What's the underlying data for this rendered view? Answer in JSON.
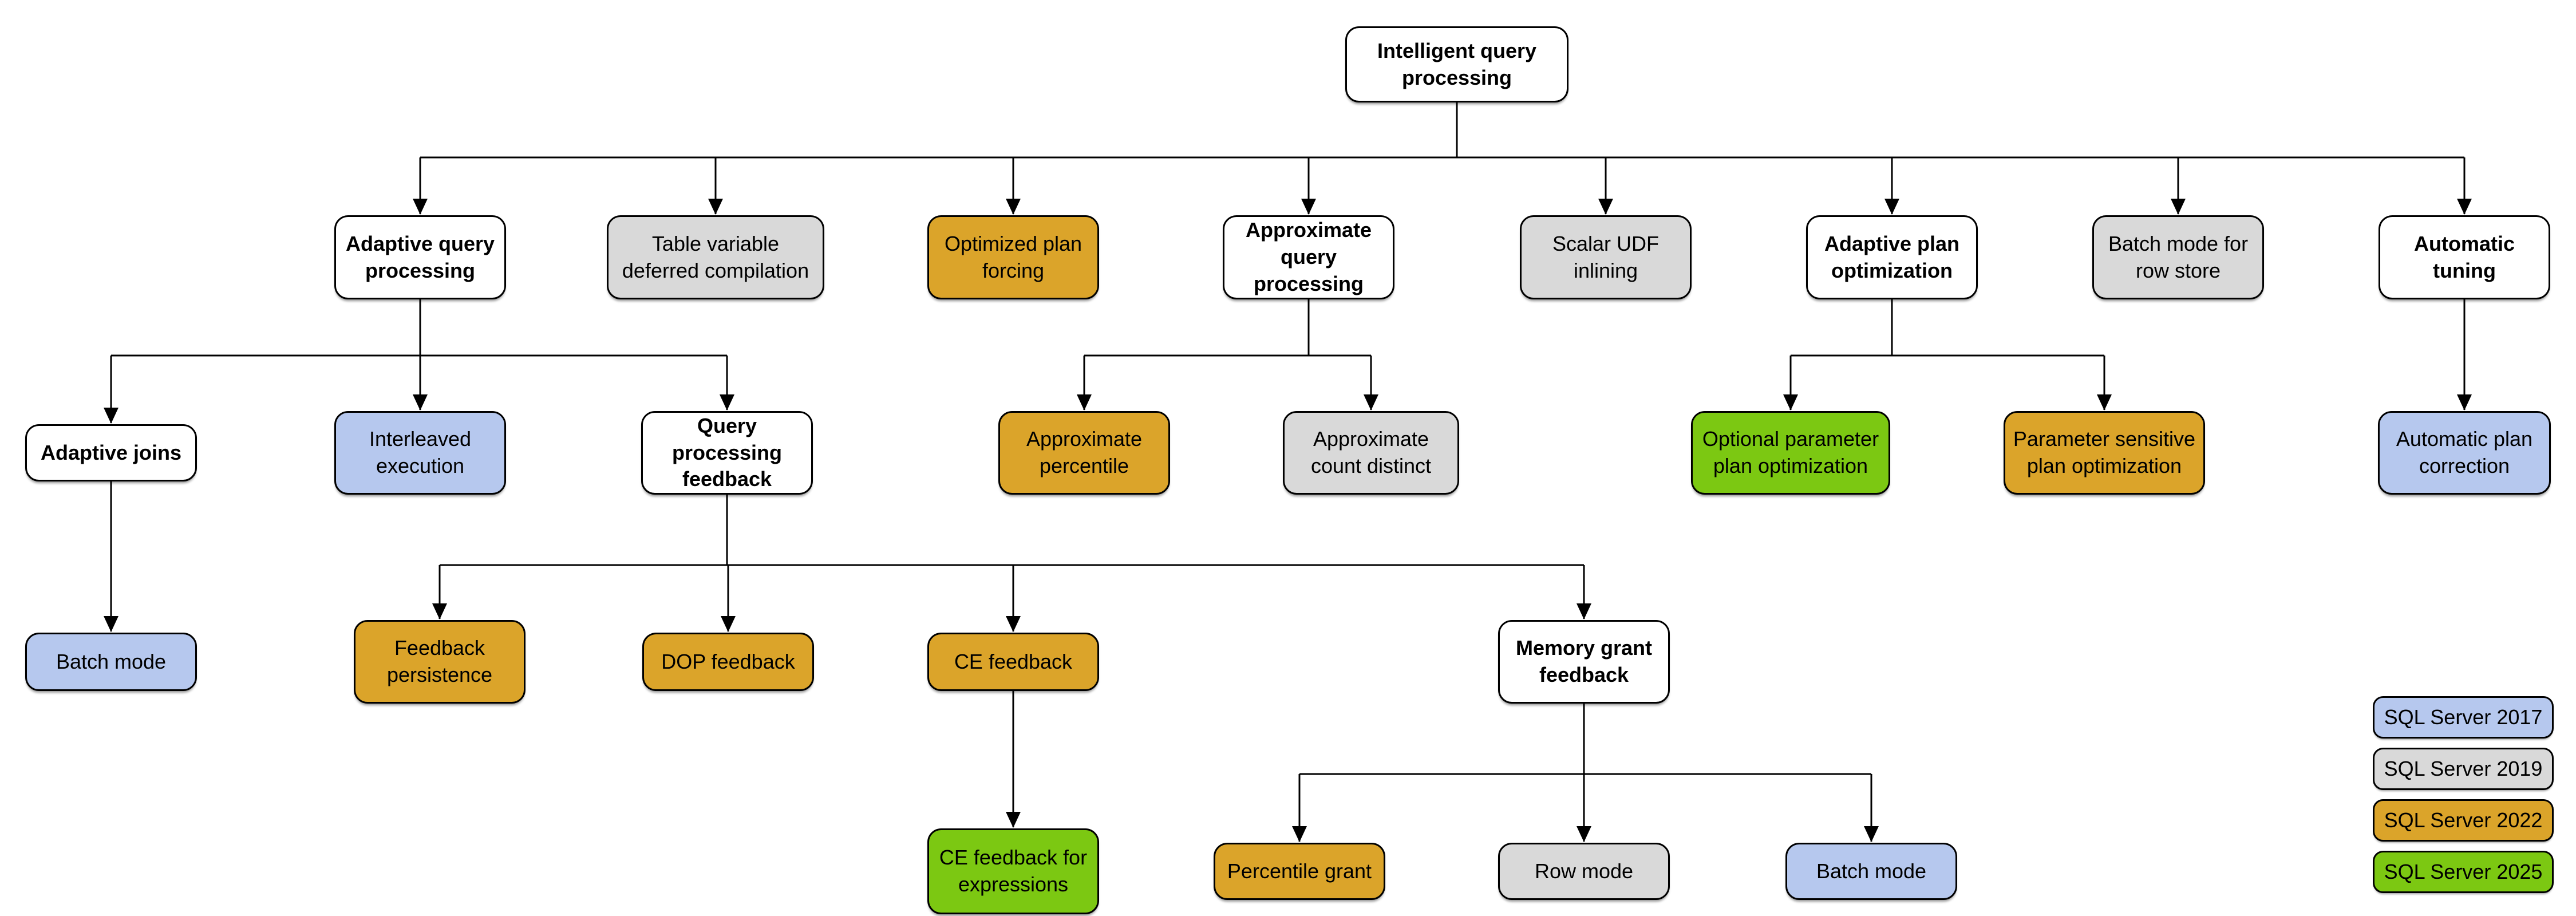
{
  "diagram": {
    "root_label": "Intelligent query processing",
    "description_colors_meaning": "box fill color indicates SQL Server version that introduced the feature"
  },
  "palette": {
    "white": "#ffffff",
    "gray": "#d9d9d9",
    "blue": "#b6c8ee",
    "gold": "#dba42a",
    "green": "#7cc812",
    "border": "#000000",
    "line": "#000000"
  },
  "nodes": [
    {
      "id": "intelligent-query-processing",
      "label": "Intelligent query\nprocessing",
      "color": "white",
      "version": null
    },
    {
      "id": "adaptive-query-processing",
      "label": "Adaptive query\nprocessing",
      "color": "white",
      "version": null
    },
    {
      "id": "table-variable-deferred-compilation",
      "label": "Table variable\ndeferred compilation",
      "color": "gray",
      "version": "SQL Server 2019"
    },
    {
      "id": "optimized-plan-forcing",
      "label": "Optimized plan\nforcing",
      "color": "gold",
      "version": "SQL Server 2022"
    },
    {
      "id": "approximate-query-processing",
      "label": "Approximate\nquery processing",
      "color": "white",
      "version": null
    },
    {
      "id": "scalar-udf-inlining",
      "label": "Scalar UDF\ninlining",
      "color": "gray",
      "version": "SQL Server 2019"
    },
    {
      "id": "adaptive-plan-optimization",
      "label": "Adaptive plan\noptimization",
      "color": "white",
      "version": null
    },
    {
      "id": "batch-mode-for-row-store",
      "label": "Batch mode for\nrow store",
      "color": "gray",
      "version": "SQL Server 2019"
    },
    {
      "id": "automatic-tuning",
      "label": "Automatic\ntuning",
      "color": "white",
      "version": null
    },
    {
      "id": "adaptive-joins",
      "label": "Adaptive joins",
      "color": "white",
      "version": null
    },
    {
      "id": "interleaved-execution",
      "label": "Interleaved\nexecution",
      "color": "blue",
      "version": "SQL Server 2017"
    },
    {
      "id": "query-processing-feedback",
      "label": "Query processing\nfeedback",
      "color": "white",
      "version": null
    },
    {
      "id": "approximate-percentile",
      "label": "Approximate\npercentile",
      "color": "gold",
      "version": "SQL Server 2022"
    },
    {
      "id": "approximate-count-distinct",
      "label": "Approximate\ncount distinct",
      "color": "gray",
      "version": "SQL Server 2019"
    },
    {
      "id": "optional-parameter-plan-optimization",
      "label": "Optional parameter\nplan optimization",
      "color": "green",
      "version": "SQL Server 2025"
    },
    {
      "id": "parameter-sensitive-plan-optimization",
      "label": "Parameter sensitive\nplan optimization",
      "color": "gold",
      "version": "SQL Server 2022"
    },
    {
      "id": "automatic-plan-correction",
      "label": "Automatic plan\ncorrection",
      "color": "blue",
      "version": "SQL Server 2017"
    },
    {
      "id": "batch-mode-adaptive-joins",
      "label": "Batch mode",
      "color": "blue",
      "version": "SQL Server 2017"
    },
    {
      "id": "feedback-persistence",
      "label": "Feedback\npersistence",
      "color": "gold",
      "version": "SQL Server 2022"
    },
    {
      "id": "dop-feedback",
      "label": "DOP feedback",
      "color": "gold",
      "version": "SQL Server 2022"
    },
    {
      "id": "ce-feedback",
      "label": "CE feedback",
      "color": "gold",
      "version": "SQL Server 2022"
    },
    {
      "id": "memory-grant-feedback",
      "label": "Memory grant\nfeedback",
      "color": "white",
      "version": null
    },
    {
      "id": "ce-feedback-for-expressions",
      "label": "CE feedback for\nexpressions",
      "color": "green",
      "version": "SQL Server 2025"
    },
    {
      "id": "percentile-grant",
      "label": "Percentile grant",
      "color": "gold",
      "version": "SQL Server 2022"
    },
    {
      "id": "row-mode",
      "label": "Row mode",
      "color": "gray",
      "version": "SQL Server 2019"
    },
    {
      "id": "batch-mode-memory-grant",
      "label": "Batch mode",
      "color": "blue",
      "version": "SQL Server 2017"
    }
  ],
  "edges": [
    {
      "from": "intelligent-query-processing",
      "to": "adaptive-query-processing"
    },
    {
      "from": "intelligent-query-processing",
      "to": "table-variable-deferred-compilation"
    },
    {
      "from": "intelligent-query-processing",
      "to": "optimized-plan-forcing"
    },
    {
      "from": "intelligent-query-processing",
      "to": "approximate-query-processing"
    },
    {
      "from": "intelligent-query-processing",
      "to": "scalar-udf-inlining"
    },
    {
      "from": "intelligent-query-processing",
      "to": "adaptive-plan-optimization"
    },
    {
      "from": "intelligent-query-processing",
      "to": "batch-mode-for-row-store"
    },
    {
      "from": "intelligent-query-processing",
      "to": "automatic-tuning"
    },
    {
      "from": "adaptive-query-processing",
      "to": "adaptive-joins"
    },
    {
      "from": "adaptive-query-processing",
      "to": "interleaved-execution"
    },
    {
      "from": "adaptive-query-processing",
      "to": "query-processing-feedback"
    },
    {
      "from": "approximate-query-processing",
      "to": "approximate-percentile"
    },
    {
      "from": "approximate-query-processing",
      "to": "approximate-count-distinct"
    },
    {
      "from": "adaptive-plan-optimization",
      "to": "optional-parameter-plan-optimization"
    },
    {
      "from": "adaptive-plan-optimization",
      "to": "parameter-sensitive-plan-optimization"
    },
    {
      "from": "automatic-tuning",
      "to": "automatic-plan-correction"
    },
    {
      "from": "adaptive-joins",
      "to": "batch-mode-adaptive-joins"
    },
    {
      "from": "query-processing-feedback",
      "to": "feedback-persistence"
    },
    {
      "from": "query-processing-feedback",
      "to": "dop-feedback"
    },
    {
      "from": "query-processing-feedback",
      "to": "ce-feedback"
    },
    {
      "from": "query-processing-feedback",
      "to": "memory-grant-feedback"
    },
    {
      "from": "ce-feedback",
      "to": "ce-feedback-for-expressions"
    },
    {
      "from": "memory-grant-feedback",
      "to": "percentile-grant"
    },
    {
      "from": "memory-grant-feedback",
      "to": "row-mode"
    },
    {
      "from": "memory-grant-feedback",
      "to": "batch-mode-memory-grant"
    }
  ],
  "legend": [
    {
      "label": "SQL Server 2017",
      "color": "blue"
    },
    {
      "label": "SQL Server 2019",
      "color": "gray"
    },
    {
      "label": "SQL Server 2022",
      "color": "gold"
    },
    {
      "label": "SQL Server 2025",
      "color": "green"
    }
  ]
}
